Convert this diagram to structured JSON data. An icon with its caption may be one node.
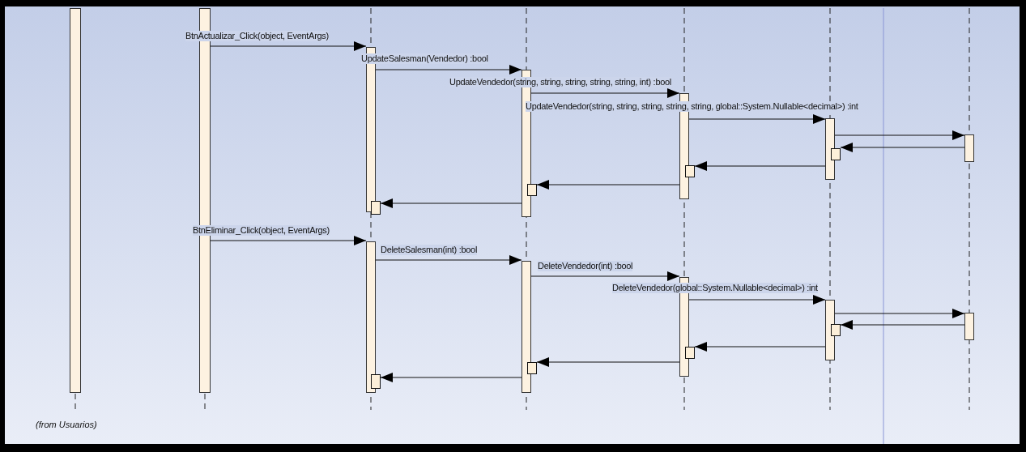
{
  "diagram": {
    "nodes": [
      {
        "text": [],
        "shape": "bar"
      },
      {
        "text": [],
        "shape": "bar"
      },
      {
        "text": [],
        "shape": "bar"
      },
      {
        "text": [],
        "shape": "bar"
      },
      {
        "text": [],
        "shape": "bar"
      },
      {
        "text": [],
        "shape": "bar"
      },
      {
        "text": [],
        "shape": "bar"
      },
      {
        "text": [],
        "shape": "box"
      },
      {
        "text": [],
        "shape": "box"
      },
      {
        "text": [],
        "shape": "box"
      },
      {
        "text": [],
        "shape": "box"
      },
      {
        "text": [],
        "shape": "bar"
      },
      {
        "text": [],
        "shape": "bar"
      },
      {
        "text": [],
        "shape": "bar"
      },
      {
        "text": [],
        "shape": "bar"
      },
      {
        "text": [],
        "shape": "bar"
      },
      {
        "text": [],
        "shape": "box"
      },
      {
        "text": [],
        "shape": "box"
      },
      {
        "text": [],
        "shape": "box"
      },
      {
        "text": [],
        "shape": "box"
      }
    ],
    "edges": [
      {
        "from": 1,
        "to": 2,
        "arrow": "to",
        "label": "BtnActualizar_Click(object, EventArgs)"
      },
      {
        "from": 2,
        "to": 3,
        "arrow": "to",
        "label": "UpdateSalesman(Vendedor) :bool"
      },
      {
        "from": 3,
        "to": 4,
        "arrow": "to",
        "label": "UpdateVendedor(string, string, string, string, string, int) :bool"
      },
      {
        "from": 4,
        "to": 5,
        "arrow": "to",
        "label": "UpdateVendedor(string, string, string, string, string, global::System.Nullable<decimal>) :int"
      },
      {
        "from": 5,
        "to": 6,
        "arrow": "to"
      },
      {
        "from": 6,
        "to": 7,
        "arrow": "to"
      },
      {
        "from": 5,
        "to": 8,
        "arrow": "to"
      },
      {
        "from": 4,
        "to": 9,
        "arrow": "to"
      },
      {
        "from": 3,
        "to": 10,
        "arrow": "to"
      },
      {
        "from": 1,
        "to": 11,
        "arrow": "to",
        "label": "BtnEliminar_Click(object, EventArgs)"
      },
      {
        "from": 11,
        "to": 12,
        "arrow": "to",
        "label": "DeleteSalesman(int) :bool"
      },
      {
        "from": 12,
        "to": 13,
        "arrow": "to",
        "label": "DeleteVendedor(int) :bool"
      },
      {
        "from": 13,
        "to": 14,
        "arrow": "to",
        "label": "DeleteVendedor(global::System.Nullable<decimal>) :int"
      },
      {
        "from": 14,
        "to": 15,
        "arrow": "to"
      },
      {
        "from": 15,
        "to": 16,
        "arrow": "to"
      },
      {
        "from": 14,
        "to": 17,
        "arrow": "to"
      },
      {
        "from": 13,
        "to": 18,
        "arrow": "to"
      },
      {
        "from": 12,
        "to": 19,
        "arrow": "to"
      }
    ],
    "labels": [
      "(from Usuarios)"
    ]
  }
}
